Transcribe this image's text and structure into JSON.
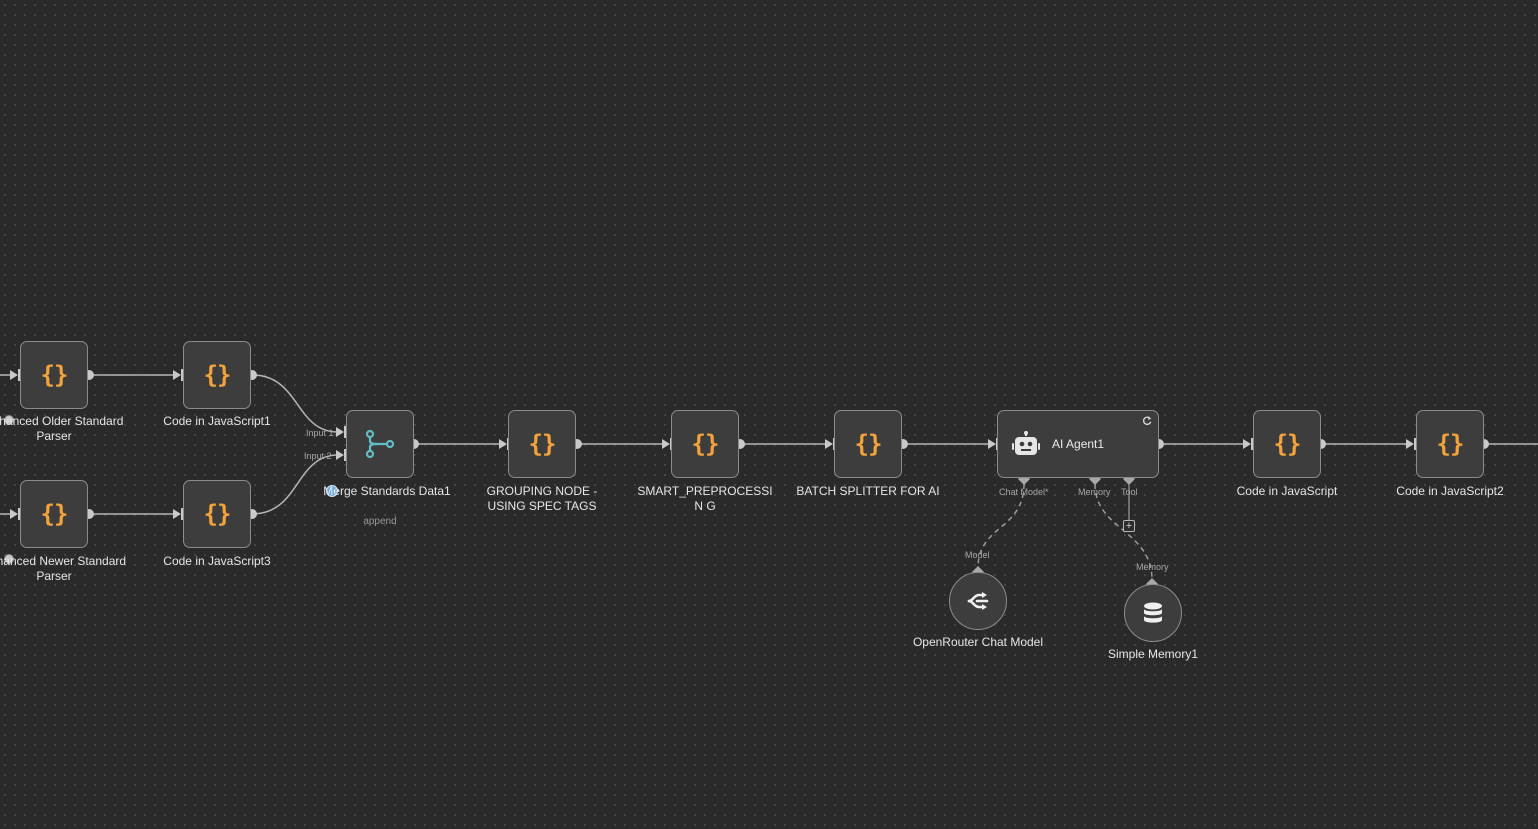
{
  "workflow": {
    "nodes": {
      "enhanced_older": {
        "label": "Enhanced Older Standard Parser",
        "icon": "code-braces-icon"
      },
      "enhanced_newer": {
        "label": "Enhanced Newer Standard Parser",
        "icon": "code-braces-icon"
      },
      "code_js1": {
        "label": "Code in JavaScript1",
        "icon": "code-braces-icon"
      },
      "code_js3": {
        "label": "Code in JavaScript3",
        "icon": "code-braces-icon"
      },
      "merge": {
        "label": "Merge Standards Data1",
        "subtitle": "append",
        "icon": "merge-icon",
        "input1": "Input 1",
        "input2": "Input 2"
      },
      "grouping": {
        "label": "GROUPING NODE - USING SPEC TAGS",
        "icon": "code-braces-icon"
      },
      "smart_pre": {
        "label": "SMART_PREPROCESSIN G",
        "icon": "code-braces-icon"
      },
      "batch": {
        "label": "BATCH SPLITTER FOR AI",
        "icon": "code-braces-icon"
      },
      "ai_agent": {
        "label": "AI Agent1",
        "icon": "robot-icon",
        "port_chat_model": "Chat Model*",
        "port_memory": "Memory",
        "port_tool": "Tool"
      },
      "code_js": {
        "label": "Code in JavaScript",
        "icon": "code-braces-icon"
      },
      "code_js2": {
        "label": "Code in JavaScript2",
        "icon": "code-braces-icon"
      },
      "openrouter": {
        "label": "OpenRouter Chat Model",
        "port_label": "Model",
        "icon": "openrouter-icon"
      },
      "simple_memory": {
        "label": "Simple Memory1",
        "port_label": "Memory",
        "icon": "database-icon"
      }
    },
    "braces_glyph": "{}",
    "plus_glyph": "+",
    "colors": {
      "canvas": "#2a2a2a",
      "node_bg": "#3d3d3d",
      "code_icon": "#f3a33a",
      "merge_icon": "#5fbfc9",
      "wire": "#b5b5b5"
    }
  }
}
